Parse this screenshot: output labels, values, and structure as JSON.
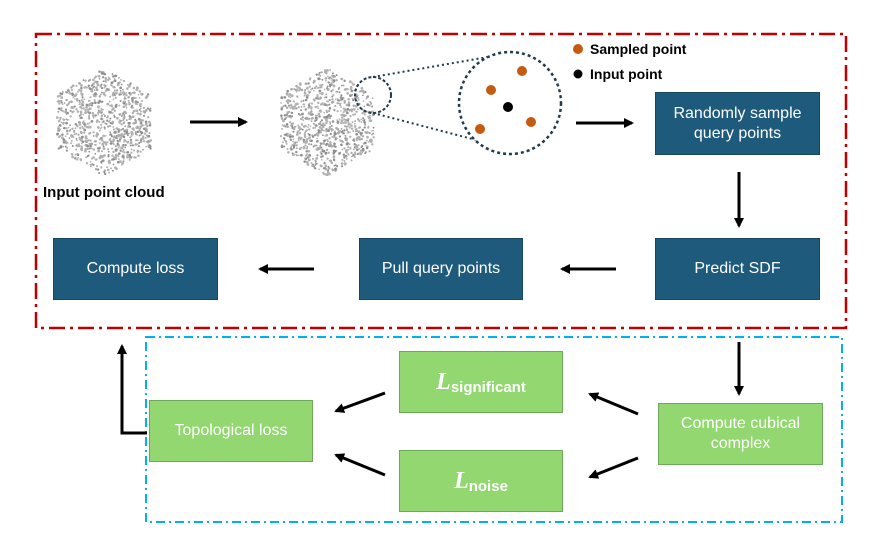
{
  "legend": {
    "sampled_label": "Sampled point",
    "input_label": "Input point",
    "sampled_color": "#c55a11",
    "input_color": "#000000"
  },
  "input_caption": "Input point cloud",
  "steps": {
    "sample": "Randomly sample query points",
    "predict": "Predict SDF",
    "pull": "Pull query points",
    "loss": "Compute loss"
  },
  "topo": {
    "cubical": "Compute cubical complex",
    "sig_L": "L",
    "sig_sub": "significant",
    "noise_L": "L",
    "noise_sub": "noise",
    "topo_loss": "Topological loss"
  },
  "colors": {
    "primary_frame": "#c00000",
    "topo_frame": "#00b0f0",
    "step_box": "#1e5a7c",
    "topo_box": "#92d76f",
    "cloud_point": "#b0b0b0",
    "zoom_ring": "#1f3b4d"
  }
}
